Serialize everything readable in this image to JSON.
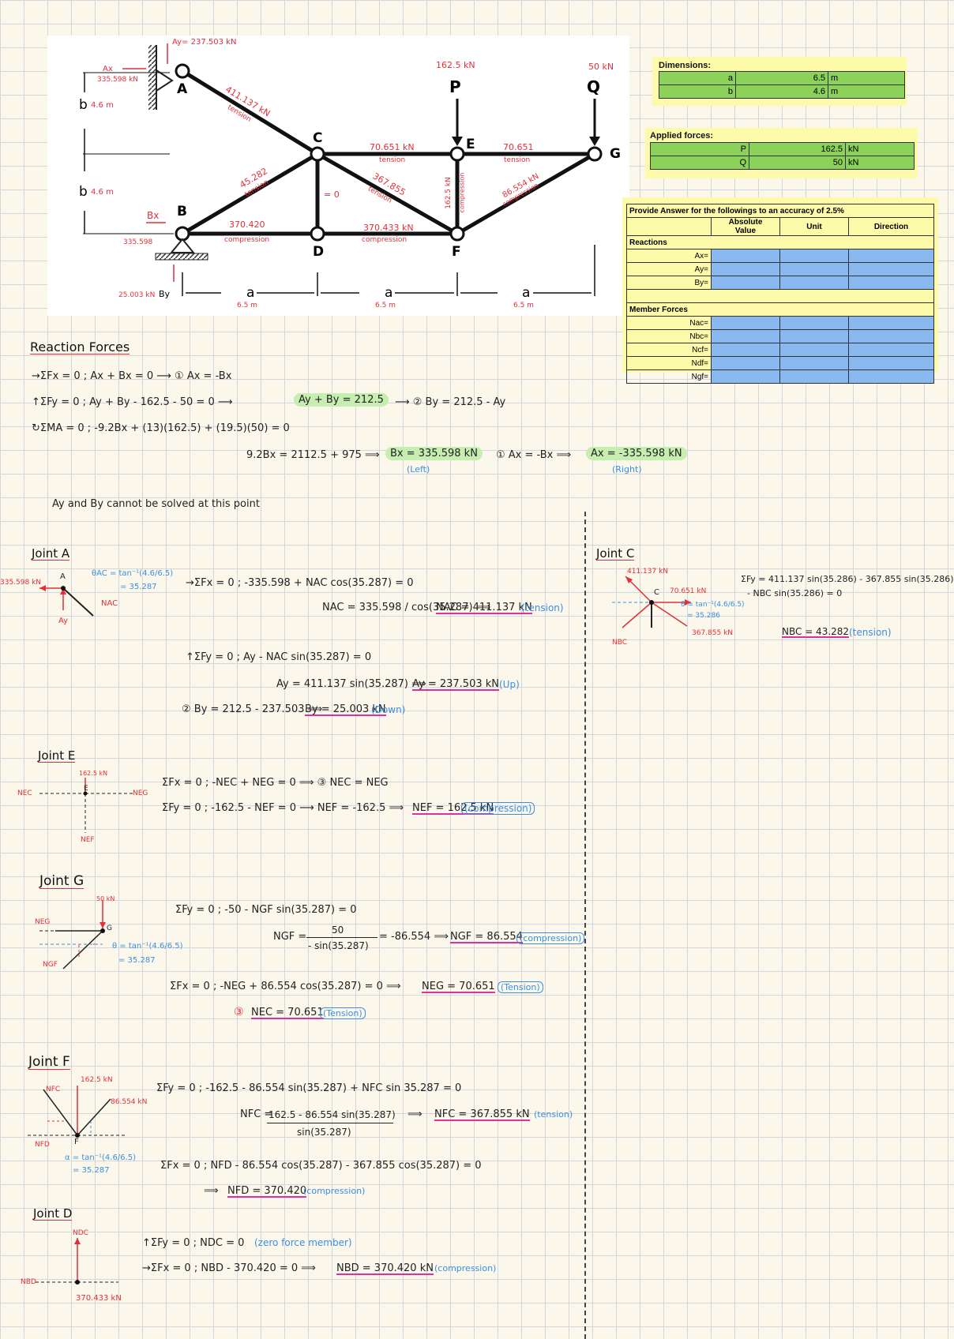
{
  "diagram": {
    "force_labels": {
      "ay": "Ay= 237.503 kN",
      "ax": "Ax",
      "ax_value": "335.598 kN",
      "b_top": "b",
      "b_top_dim": "4.6 m",
      "b_bottom": "b",
      "b_bottom_dim": "4.6 m",
      "bx": "Bx",
      "bx_value": "335.598",
      "by": "By",
      "by_value": "25.003 kN",
      "p_value": "162.5 kN",
      "q_value": "50 kN",
      "a_label": "a",
      "a_dim": "6.5 m"
    },
    "member_labels": {
      "ac": "411.137 kN",
      "ac_state": "tension",
      "bc": "45.282",
      "bc_state": "tension",
      "ce": "70.651 kN",
      "ce_state": "tension",
      "eg": "70.651",
      "eg_state": "tension",
      "cf": "367.855",
      "cf_state": "tension",
      "ef": "162.5 kN",
      "ef_state": "compression",
      "fg": "86.554 kN",
      "fg_state": "compression",
      "bd": "370.420",
      "bd_state": "compression",
      "df": "370.433 kN",
      "df_state": "compression",
      "cd": "= 0"
    },
    "nodes": {
      "a": "A",
      "b": "B",
      "c": "C",
      "d": "D",
      "e": "E",
      "f": "F",
      "g": "G",
      "p": "P",
      "q": "Q"
    }
  },
  "dimensions": {
    "title": "Dimensions:",
    "rows": [
      {
        "name": "a",
        "value": "6.5",
        "unit": "m"
      },
      {
        "name": "b",
        "value": "4.6",
        "unit": "m"
      }
    ]
  },
  "applied_forces": {
    "title": "Applied forces:",
    "rows": [
      {
        "name": "P",
        "value": "162.5",
        "unit": "kN"
      },
      {
        "name": "Q",
        "value": "50",
        "unit": "kN"
      }
    ]
  },
  "answer_panel": {
    "title": "Provide Answer for the followings to an accuracy of 2.5%",
    "col_absolute": "Absolute",
    "col_value": "Value",
    "col_unit": "Unit",
    "col_direction": "Direction",
    "reactions_label": "Reactions",
    "reactions": [
      "Ax=",
      "Ay=",
      "By="
    ],
    "members_label": "Member Forces",
    "members": [
      "Nac=",
      "Nbc=",
      "Ncf=",
      "Ndf=",
      "Ngf="
    ]
  },
  "reaction_forces": {
    "heading": "Reaction Forces",
    "eq1": "→ΣFx = 0 ;   Ax + Bx = 0  ⟶  ① Ax = -Bx",
    "eq2a": "↑ΣFy = 0 ;   Ay + By - 162.5 - 50 = 0  ⟶",
    "eq2b": "Ay + By = 212.5",
    "eq2c": "⟶ ② By = 212.5 - Ay",
    "eq3": "↻ΣMA = 0 ;   -9.2Bx + (13)(162.5) + (19.5)(50) = 0",
    "eq4": "9.2Bx = 2112.5 + 975   ⟹",
    "bx_result": "Bx = 335.598 kN",
    "bx_dir": "(Left)",
    "eq5": "①  Ax = -Bx  ⟹",
    "ax_result": "Ax = -335.598 kN",
    "ax_dir": "(Right)",
    "note": "Ay and By cannot be solved at this point"
  },
  "joint_a": {
    "heading": "Joint A",
    "fbd_angle": "θAC = tan⁻¹(4.6/6.5)",
    "fbd_angle_val": "= 35.287",
    "fbd_force": "335.598 kN",
    "fbd_nac": "NAC",
    "fbd_ay": "Ay",
    "node": "A",
    "eq1": "→ΣFx = 0 ;  -335.598 + NAC cos(35.287) = 0",
    "eq2": "NAC = 335.598 / cos(35.287)  ⟹",
    "nac": "NAC = 411.137 kN",
    "nac_state": "(tension)",
    "eq3": "↑ΣFy = 0 ;  Ay - NAC sin(35.287) = 0",
    "eq4": "Ay = 411.137 sin(35.287)  ⟹",
    "ay": "Ay = 237.503 kN",
    "ay_dir": "(Up)",
    "eq5": "②  By = 212.5 - 237.503  ⟹",
    "by": "By = 25.003 kN",
    "by_dir": "(Down)"
  },
  "joint_c": {
    "heading": "Joint C",
    "fbd_top": "411.137 kN",
    "fbd_right": "70.651 kN",
    "fbd_angle": "θ = tan⁻¹(4.6/6.5)",
    "fbd_angle_val": "= 35.286",
    "fbd_cf": "367.855 kN",
    "fbd_nbc": "NBC",
    "node": "C",
    "eq1": "ΣFy = 411.137 sin(35.286) - 367.855 sin(35.286)",
    "eq2": "- NBC sin(35.286) = 0",
    "nbc": "NBC = 43.282",
    "nbc_state": "(tension)"
  },
  "joint_e": {
    "heading": "Joint E",
    "fbd_top": "162.5 kN",
    "fbd_left": "NEC",
    "fbd_right": "NEG",
    "fbd_bottom": "NEF",
    "node": "E",
    "eq1": "ΣFx = 0 ;  -NEC + NEG = 0  ⟹  ③ NEC = NEG",
    "eq2": "ΣFy = 0 ;  -162.5 - NEF = 0 ⟶ NEF = -162.5  ⟹",
    "nef": "NEF = 162.5 kN",
    "nef_state": "(compression)"
  },
  "joint_g": {
    "heading": "Joint G",
    "fbd_top": "50 kN",
    "fbd_left": "NEG",
    "fbd_lower": "NGF",
    "fbd_angle": "θ = tan⁻¹(4.6/6.5)",
    "fbd_angle_val": "= 35.287",
    "node": "G",
    "eq1": "ΣFy = 0 ;   -50 - NGF sin(35.287) = 0",
    "eq2_lhs": "NGF =",
    "eq2_num": "50",
    "eq2_den": "- sin(35.287)",
    "eq2_rhs": "= -86.554  ⟹",
    "ngf": "NGF = 86.554",
    "ngf_state": "(compression)",
    "eq3": "ΣFx = 0 ;   -NEG + 86.554 cos(35.287) = 0   ⟹",
    "neg": "NEG = 70.651",
    "neg_state": "(Tension)",
    "eq4": "③",
    "nec": "NEC = 70.651",
    "nec_state": "(Tension)"
  },
  "joint_f": {
    "heading": "Joint F",
    "fbd_top": "162.5 kN",
    "fbd_right": "86.554 kN",
    "fbd_nfc": "NFC",
    "fbd_nfd": "NFD",
    "fbd_angle": "α = tan⁻¹(4.6/6.5)",
    "fbd_angle_val": "= 35.287",
    "node": "F",
    "eq1": "ΣFy = 0 ;  -162.5 - 86.554 sin(35.287) + NFC sin 35.287 = 0",
    "eq2_lhs": "NFC =",
    "eq2_num": "162.5 - 86.554 sin(35.287)",
    "eq2_den": "sin(35.287)",
    "eq2_rhs": "⟹",
    "nfc": "NFC = 367.855 kN",
    "nfc_state": "(tension)",
    "eq3": "ΣFx = 0 ;   NFD - 86.554 cos(35.287) - 367.855 cos(35.287) = 0",
    "eq4": "⟹",
    "nfd": "NFD = 370.420",
    "nfd_state": "(compression)"
  },
  "joint_d": {
    "heading": "Joint D",
    "fbd_top": "NDC",
    "fbd_left": "NBD",
    "fbd_bottom": "370.433 kN",
    "eq1": "↑ΣFy = 0 ;   NDC = 0",
    "eq1_note": "(zero force member)",
    "eq2": "→ΣFx = 0 ;   NBD - 370.420 = 0    ⟹",
    "nbd": "NBD = 370.420 kN",
    "nbd_state": "(compression)"
  }
}
